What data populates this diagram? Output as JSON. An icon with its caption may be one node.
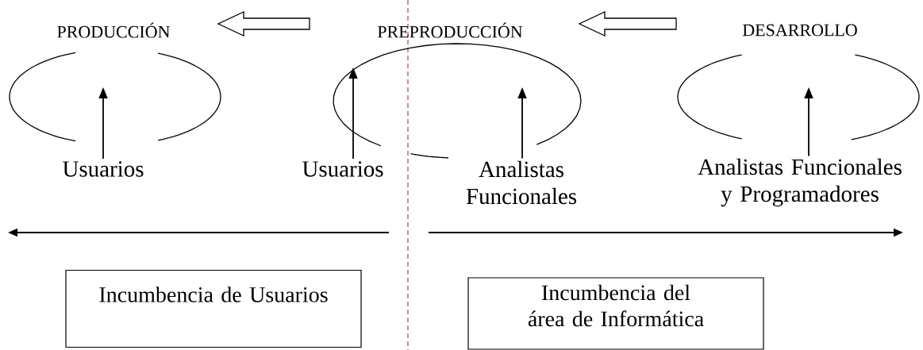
{
  "diagram": {
    "nodes": [
      {
        "text": [
          "PRODUCCIÓN"
        ]
      },
      {
        "text": [
          "PREPRODUCCIÓN"
        ]
      },
      {
        "text": [
          "DESARROLLO"
        ]
      },
      {
        "text": [],
        "shape": "ellipse"
      },
      {
        "text": [],
        "shape": "ellipse"
      },
      {
        "text": [],
        "shape": "ellipse"
      },
      {
        "text": [
          "Usuarios"
        ]
      },
      {
        "text": [
          "Usuarios"
        ]
      },
      {
        "text": [
          "Analistas Funcionales"
        ]
      },
      {
        "text": [
          "Analistas Funcionales y Programadores"
        ]
      },
      {
        "text": [
          "Incumbencia de Usuarios"
        ]
      },
      {
        "text": [
          "Incumbencia del área de Informática"
        ]
      }
    ],
    "edges": [
      {
        "from": 1,
        "to": 0,
        "arrow": "to",
        "style": "thick"
      },
      {
        "from": 2,
        "to": 1,
        "arrow": "to",
        "style": "thick"
      },
      {
        "from": 6,
        "to": 3,
        "arrow": "to"
      },
      {
        "from": 7,
        "to": 4,
        "arrow": "to"
      },
      {
        "from": 8,
        "to": 4,
        "arrow": "to"
      },
      {
        "from": 9,
        "to": 5,
        "arrow": "to"
      }
    ]
  }
}
